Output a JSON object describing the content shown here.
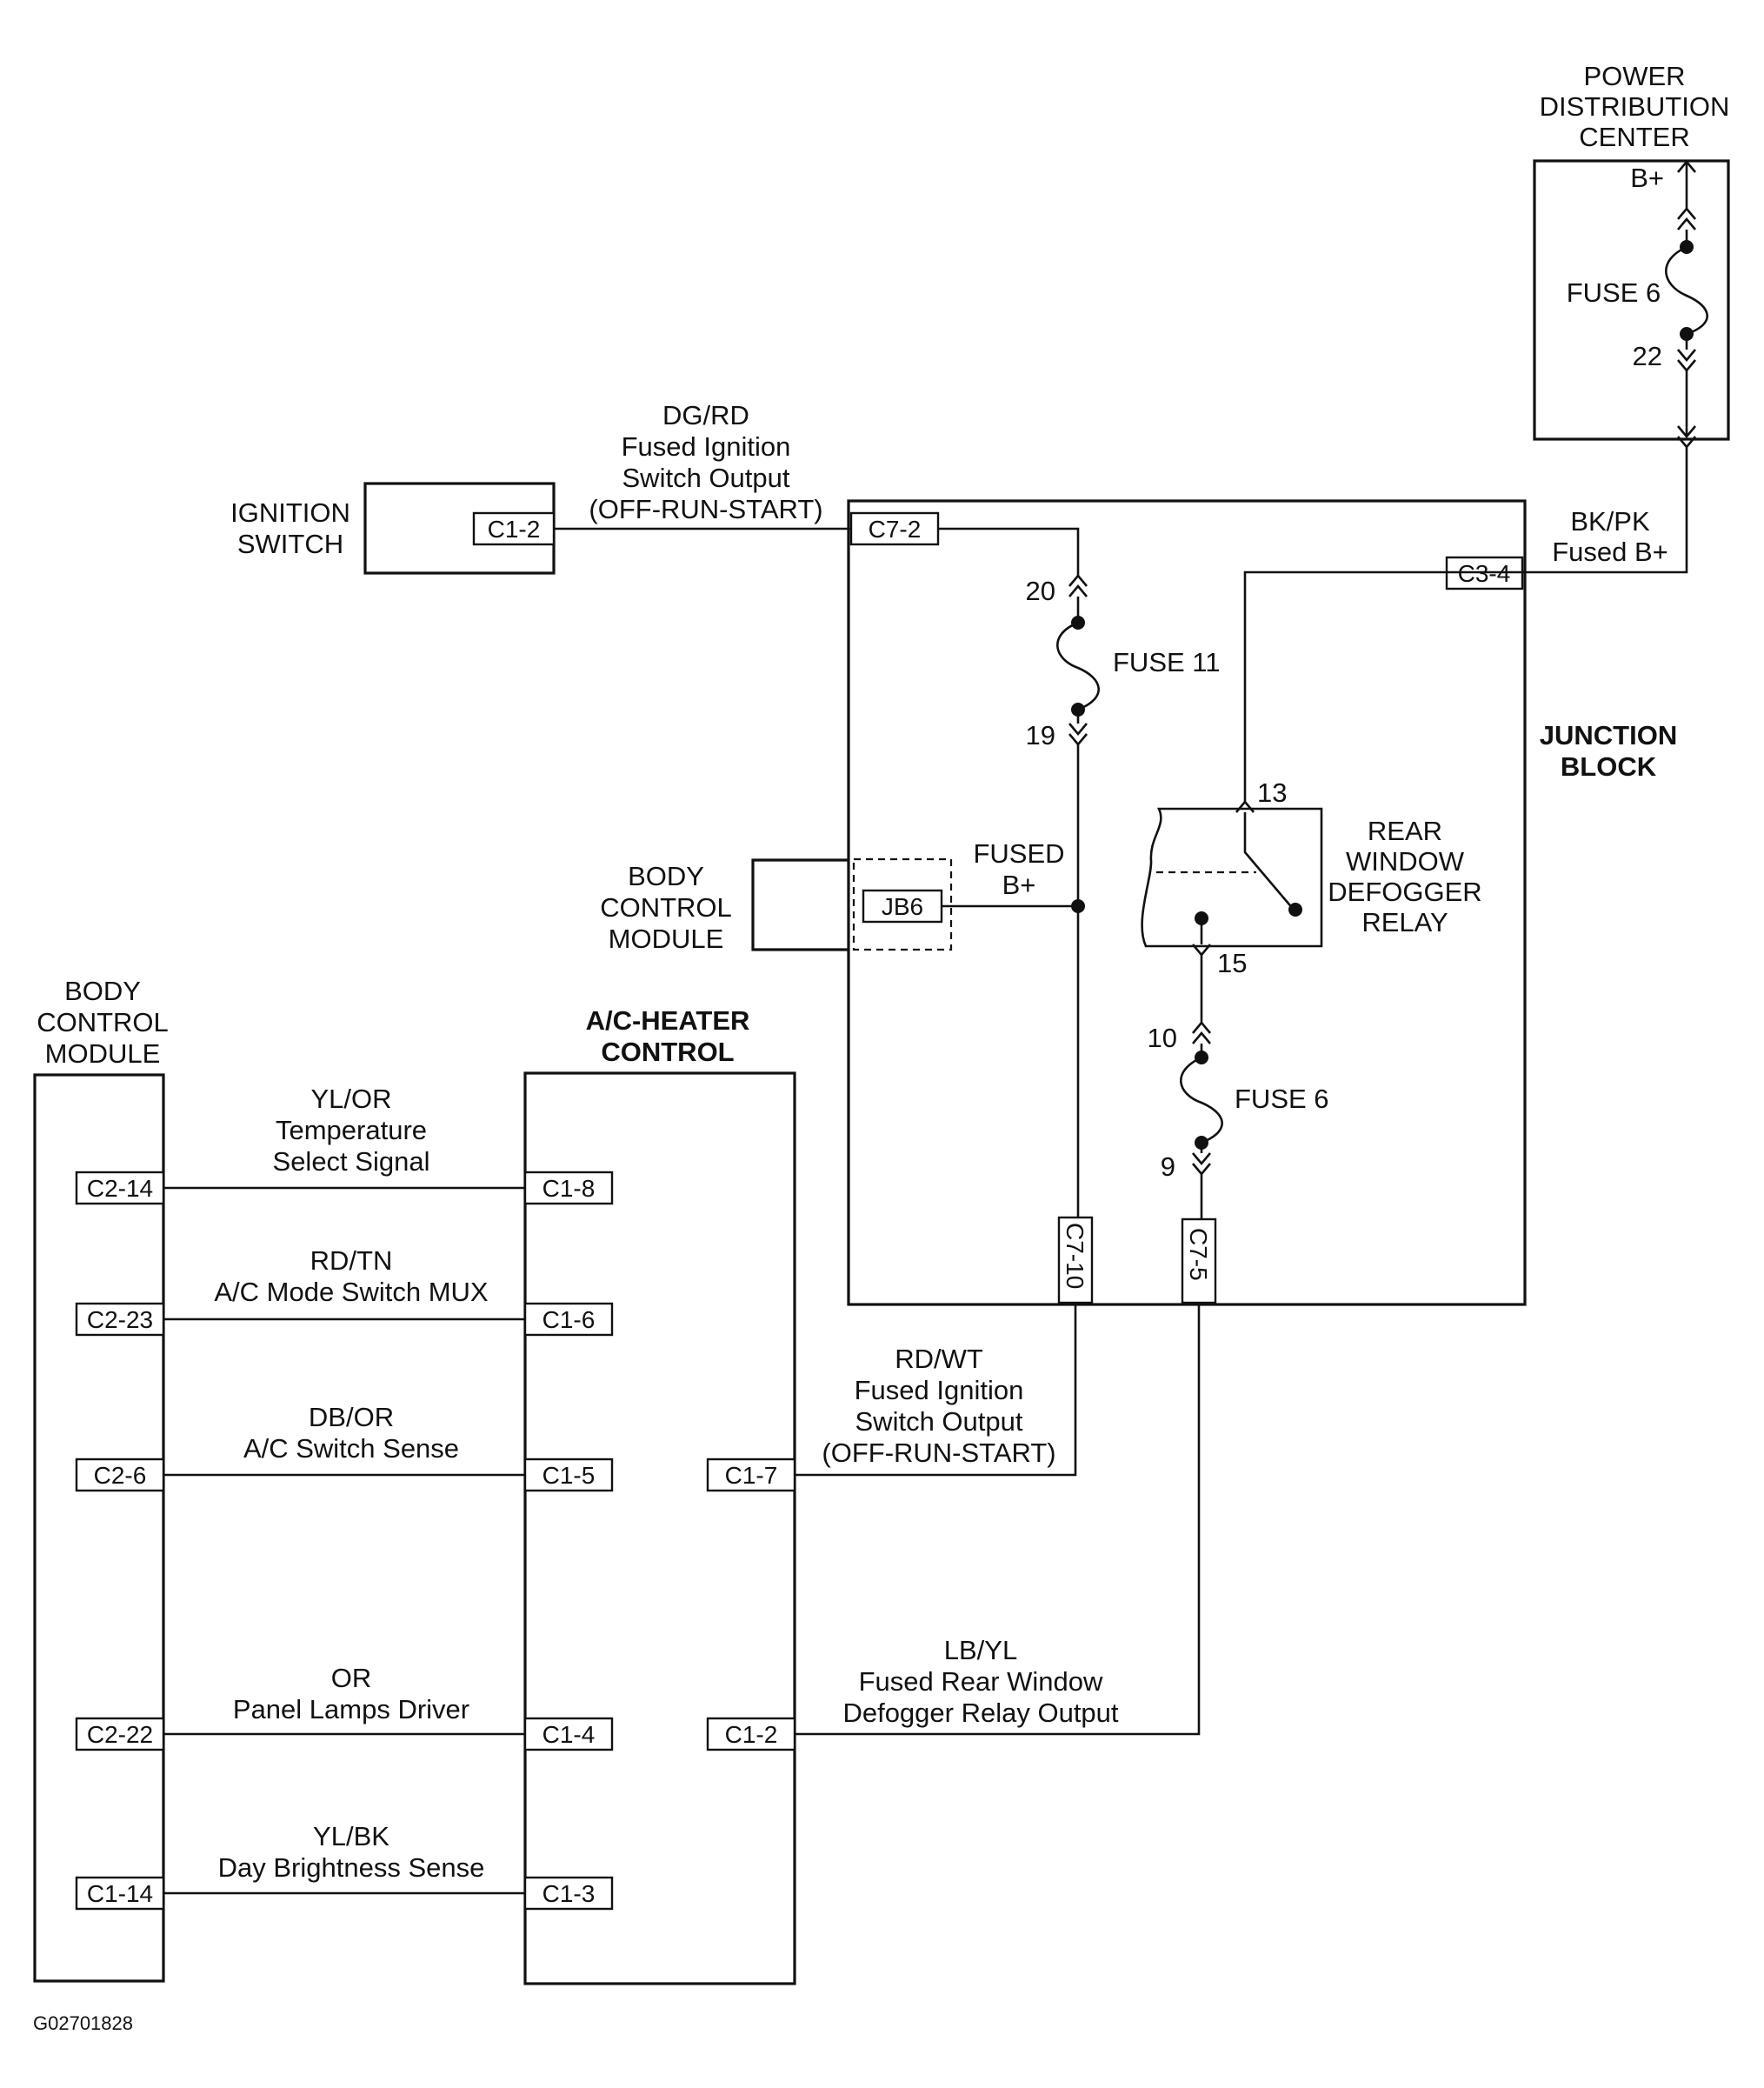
{
  "power_distribution_center": {
    "title": [
      "POWER",
      "DISTRIBUTION",
      "CENTER"
    ],
    "terminal_bplus": "B+",
    "fuse_label": "FUSE 6",
    "pin_out": "22"
  },
  "feed_wire": {
    "color": "BK/PK",
    "desc": "Fused B+"
  },
  "ignition_switch": {
    "title": [
      "IGNITION",
      "SWITCH"
    ],
    "connector": "C1-2"
  },
  "ignition_wire": {
    "color": "DG/RD",
    "desc": [
      "Fused Ignition",
      "Switch Output",
      "(OFF-RUN-START)"
    ]
  },
  "junction_block": {
    "title": [
      "JUNCTION",
      "BLOCK"
    ],
    "conn_c7_2": "C7-2",
    "conn_c3_4": "C3-4",
    "conn_c7_10": "C7-10",
    "conn_c7_5": "C7-5",
    "fuse11_label": "FUSE 11",
    "fuse11_pin_in": "20",
    "fuse11_pin_out": "19",
    "fused_bplus": [
      "FUSED",
      "B+"
    ],
    "jb6": "JB6",
    "relay_title": [
      "REAR",
      "WINDOW",
      "DEFOGGER",
      "RELAY"
    ],
    "relay_pin_in": "13",
    "relay_pin_out": "15",
    "fuse6_label": "FUSE 6",
    "fuse6_pin_in": "10",
    "fuse6_pin_out": "9"
  },
  "bcm_upper": {
    "title": [
      "BODY",
      "CONTROL",
      "MODULE"
    ]
  },
  "bcm_left": {
    "title": [
      "BODY",
      "CONTROL",
      "MODULE"
    ],
    "connectors": [
      "C2-14",
      "C2-23",
      "C2-6",
      "C2-22",
      "C1-14"
    ]
  },
  "ac_heater_control": {
    "title": [
      "A/C-HEATER",
      "CONTROL"
    ],
    "connectors_left": [
      "C1-8",
      "C1-6",
      "C1-5",
      "C1-4",
      "C1-3"
    ],
    "connectors_right": [
      "C1-7",
      "C1-2"
    ]
  },
  "signal_wires": [
    {
      "color": "YL/OR",
      "desc": [
        "Temperature",
        "Select Signal"
      ]
    },
    {
      "color": "RD/TN",
      "desc": [
        "A/C Mode Switch MUX"
      ]
    },
    {
      "color": "DB/OR",
      "desc": [
        "A/C Switch Sense"
      ]
    },
    {
      "color": "OR",
      "desc": [
        "Panel Lamps Driver"
      ]
    },
    {
      "color": "YL/BK",
      "desc": [
        "Day Brightness Sense"
      ]
    }
  ],
  "rdwt_wire": {
    "color": "RD/WT",
    "desc": [
      "Fused Ignition",
      "Switch Output",
      "(OFF-RUN-START)"
    ]
  },
  "lbyl_wire": {
    "color": "LB/YL",
    "desc": [
      "Fused Rear Window",
      "Defogger Relay Output"
    ]
  },
  "figure_id": "G02701828"
}
